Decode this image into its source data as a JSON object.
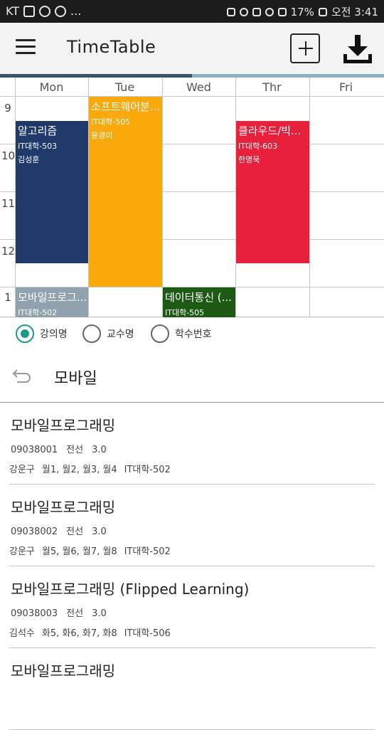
{
  "status_bar": {
    "carrier": "KT",
    "more": "...",
    "battery": "17%",
    "time": "오전 3:41"
  },
  "app_bar": {
    "title": "TimeTable",
    "icons": [
      "menu-icon",
      "add-icon",
      "download-icon"
    ]
  },
  "progress": {
    "fraction": 0.5
  },
  "timetable": {
    "days": [
      "Mon",
      "Tue",
      "Wed",
      "Thr",
      "Fri"
    ],
    "hours": [
      "9",
      "10",
      "11",
      "12",
      "1"
    ],
    "blocks": [
      {
        "title": "알고리즘",
        "room": "IT대학-503",
        "professor": "김성훈",
        "color": "#1f3a6b"
      },
      {
        "title": "소프트웨어분...",
        "room": "IT대학-505",
        "professor": "윤영미",
        "color": "#f9a90b"
      },
      {
        "title": "클라우드/빅...",
        "room": "IT대학-603",
        "professor": "한명묵",
        "color": "#e8203c"
      },
      {
        "title": "모바일프로그...",
        "room": "IT대학-502",
        "professor": "",
        "color": "#8fa2ad"
      },
      {
        "title": "데이터통신 (...",
        "room": "IT대학-505",
        "professor": "",
        "color": "#1e5a16"
      }
    ]
  },
  "search_mode": {
    "options": [
      "강의명",
      "교수명",
      "학수번호"
    ],
    "selected": "강의명",
    "accent": "#1a9a8c"
  },
  "search": {
    "query": "모바일"
  },
  "results": [
    {
      "title": "모바일프로그래밍",
      "code": "09038001",
      "type": "전선",
      "credits": "3.0",
      "professor": "강운구",
      "times": "월1, 월2, 월3, 월4",
      "room": "IT대학-502"
    },
    {
      "title": "모바일프로그래밍",
      "code": "09038002",
      "type": "전선",
      "credits": "3.0",
      "professor": "강운구",
      "times": "월5, 월6, 월7, 월8",
      "room": "IT대학-502"
    },
    {
      "title": "모바일프로그래밍 (Flipped Learning)",
      "code": "09038003",
      "type": "전선",
      "credits": "3.0",
      "professor": "김석수",
      "times": "화5, 화6, 화7, 화8",
      "room": "IT대학-506"
    },
    {
      "title": "모바일프로그래밍",
      "code": "",
      "type": "",
      "credits": "",
      "professor": "",
      "times": "",
      "room": ""
    }
  ]
}
